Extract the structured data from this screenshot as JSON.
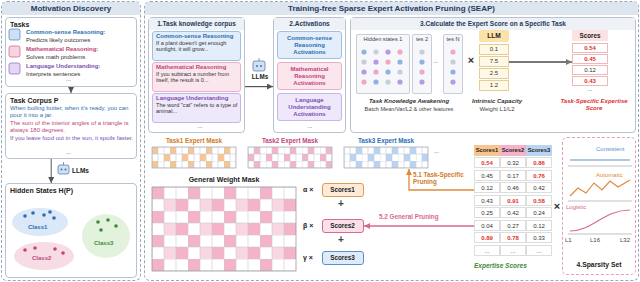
{
  "diagram": {
    "nodes": [
      {
        "text": [
          "Motivation Discovery"
        ]
      },
      {
        "text": [
          "Tasks",
          "Common-sense Reasoning:",
          "Predicts likely outcomes",
          "Mathematical Reasoning:",
          "Solves math problems",
          "Language Understanding:",
          "Interprets sentences",
          "..."
        ],
        "in": 0
      },
      {
        "text": [
          "Task Corpus P",
          "When boiling butter, when it's ready, you can pour it into a jar.",
          "The sum of the interior angles of a triangle is always 180 degrees.",
          "If you leave food out in the sun, it spoils faster.",
          "..."
        ],
        "in": 0
      },
      {
        "text": [
          "Hidden States H(P)"
        ],
        "in": 0
      },
      {
        "text": [
          "Training-free Sparse Expert Activation Pruning (SEAP)"
        ]
      },
      {
        "text": [
          "1.Task knowledge corpus"
        ],
        "in": 4
      },
      {
        "text": [
          "Common-sense Reasoning",
          "If a plant doesn't get enough sunlight, it will grow..."
        ],
        "in": 5
      },
      {
        "text": [
          "Mathematical Reasoning",
          "If you subtract a number from itself, the result is 0..."
        ],
        "in": 5
      },
      {
        "text": [
          "Language Understanding",
          "The word \"cat\" refers to a type of animal..."
        ],
        "in": 5
      },
      {
        "text": [
          "2.Activations"
        ],
        "in": 4
      },
      {
        "text": [
          "Common-sense Reasoning Activations"
        ],
        "in": 9
      },
      {
        "text": [
          "Mathematical Reasoning Activations"
        ],
        "in": 9
      },
      {
        "text": [
          "Language Understanding Activations"
        ],
        "in": 9
      },
      {
        "text": [
          "3.Calculate the Expert Score on a Specific Task"
        ],
        "in": 4
      },
      {
        "text": [
          "Hidden states 1"
        ],
        "in": 13
      },
      {
        "text": [
          "tes 2"
        ],
        "in": 13
      },
      {
        "text": [
          "tes N"
        ],
        "in": 13
      },
      {
        "text": [
          "LLM",
          "0.1",
          "7.5",
          "2.5",
          "1.2"
        ],
        "in": 13
      },
      {
        "text": [
          "Scores",
          "0.54",
          "0.45",
          "0.12",
          "0.43",
          "..."
        ],
        "in": 13
      },
      {
        "text": [
          "Task1 Expert Mask"
        ],
        "in": 4
      },
      {
        "text": [
          "Task2 Expert Mask"
        ],
        "in": 4
      },
      {
        "text": [
          "Task3 Expert Mask"
        ],
        "in": 4
      },
      {
        "text": [
          "General Weight Mask"
        ],
        "in": 4
      },
      {
        "text": [
          "Scores1"
        ],
        "in": 4
      },
      {
        "text": [
          "Scores2"
        ],
        "in": 4
      },
      {
        "text": [
          "Scores3"
        ],
        "in": 4
      },
      {
        "text": [
          "Scores1",
          "Scores2",
          "Scores3",
          "0.54",
          "0.32",
          "0.86",
          "0.45",
          "0.17",
          "0.76",
          "0.12",
          "0.46",
          "0.42",
          "0.43",
          "0.91",
          "0.58",
          "0.25",
          "0.42",
          "0.24",
          "0.04",
          "0.27",
          "0.12",
          "0.89",
          "0.78",
          "0.33",
          "...",
          "...",
          "...",
          "Expertise Scores"
        ],
        "in": 4
      },
      {
        "text": [
          "4.Sparsity Set"
        ],
        "in": 4
      }
    ],
    "edges": [
      {
        "from": 1,
        "to": 2,
        "arrow": "to"
      },
      {
        "from": 2,
        "to": 3,
        "arrow": "to"
      },
      {
        "from": 5,
        "to": 9,
        "arrow": "to"
      },
      {
        "from": 17,
        "to": 18,
        "arrow": "to"
      },
      {
        "from": 26,
        "to": 21,
        "label": "5.1 Task-Specific Pruning",
        "arrow": "to"
      },
      {
        "from": 26,
        "to": 24,
        "label": "5.2 General Pruning",
        "arrow": "to"
      }
    ],
    "labels": [
      "LLMs",
      "Class1",
      "Class2",
      "Class3",
      "LLMs",
      "...",
      "...",
      "...",
      "Task Knowledge Awakening",
      "Batch Mean/Var/L2 & other features",
      "×",
      "Intrinsic Capacity",
      "Weight L1/L2",
      "Task-Specific Expertise Score",
      "...",
      "α ×",
      "+",
      "β ×",
      "+",
      "γ ×",
      "×",
      "Consistent",
      "Automatic",
      "Logistic",
      "L1",
      "L16",
      "L32"
    ]
  }
}
